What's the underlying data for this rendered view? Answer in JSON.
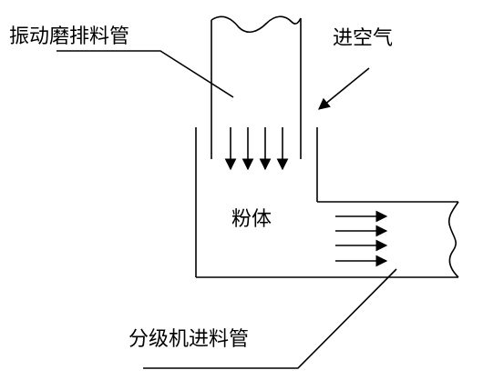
{
  "labels": {
    "discharge_pipe": "振动磨排料管",
    "air_inlet": "进空气",
    "powder": "粉体",
    "feed_pipe": "分级机进料管"
  },
  "colors": {
    "line": "#000000",
    "background": "#ffffff"
  }
}
